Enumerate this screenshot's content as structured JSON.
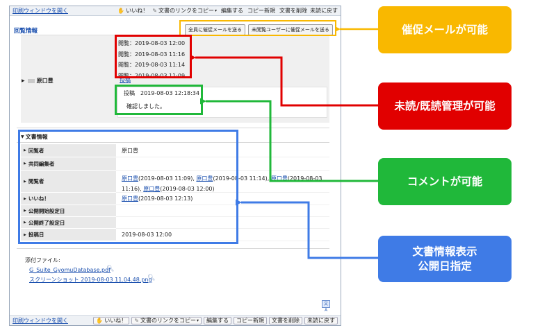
{
  "toolbar": {
    "print_link": "印刷ウィンドウを開く",
    "like": "いいね！",
    "copy_link": "文書のリンクをコピー",
    "edit": "編集する",
    "copy_new": "コピー新規",
    "delete": "文書を削除",
    "unread_back": "未読に戻す"
  },
  "circulation": {
    "title": "回覧情報",
    "remind_all": "全員に催促メールを送る",
    "remind_unread": "未閲覧ユーザーに催促メールを送る",
    "user_name": "原口豊",
    "views": [
      "閲覧：2019-08-03 12:00",
      "閲覧：2019-08-03 11:16",
      "閲覧：2019-08-03 11:14",
      "閲覧：2019-08-03 11:09"
    ],
    "post_link": "投稿",
    "comment": {
      "meta": "投稿　2019-08-03 12:18:34",
      "body": "確認しました。"
    }
  },
  "doc_info": {
    "title": "文書情報",
    "rows": {
      "circulator": {
        "label": "回覧者",
        "value": "原口豊"
      },
      "coeditor": {
        "label": "共同編集者"
      },
      "viewer": {
        "label": "閲覧者",
        "name": "原口豊",
        "t1": "(2019-08-03 11:09), ",
        "t2": "(2019-08-03 11:14), ",
        "t3": "(2019-08-03",
        "t3b": "11:16), ",
        "t4": "(2019-08-03 12:00)"
      },
      "like": {
        "label": "いいね！",
        "name": "原口豊",
        "time": "(2019-08-03 12:13)"
      },
      "pub_start": {
        "label": "公開開始設定日"
      },
      "pub_end": {
        "label": "公開終了設定日"
      },
      "post_date": {
        "label": "投稿日",
        "value": "2019-08-03 12:00"
      }
    }
  },
  "attachments": {
    "label": "添付ファイル:",
    "files": [
      "G_Suite_GyomuDatabase.pdf",
      "スクリーンショット 2019-08-03 11.04.48.png"
    ]
  },
  "translate_icon": "文A",
  "callouts": {
    "yellow": "催促メールが可能",
    "red": "未読/既読管理が可能",
    "green": "コメントが可能",
    "blue_line1": "文書情報表示",
    "blue_line2": "公開日指定"
  },
  "colors": {
    "yellow": "#f9b800",
    "red": "#e10000",
    "green": "#20b83a",
    "blue": "#3f7be6",
    "link": "#1a4fae"
  }
}
